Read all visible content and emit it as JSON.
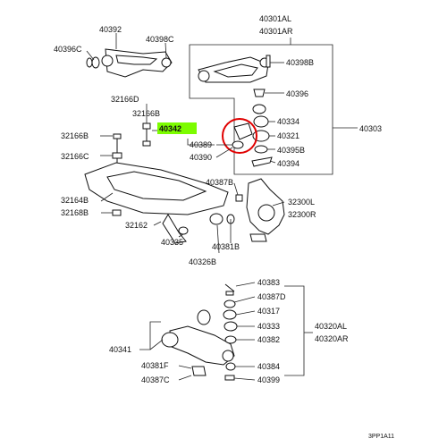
{
  "colors": {
    "highlight": "#7CFC00",
    "circle": "#e00000",
    "ink": "#111111"
  },
  "labels": {
    "l40392": "40392",
    "l40396c": "40396C",
    "l40398c": "40398C",
    "l40301al": "40301AL",
    "l40301ar": "40301AR",
    "l40398b": "40398B",
    "l40396": "40396",
    "l40334": "40334",
    "l40303": "40303",
    "l40321": "40321",
    "l40395b": "40395B",
    "l40394": "40394",
    "l32166d": "32166D",
    "l32166b_top": "32166B",
    "l40342": "40342",
    "l40389": "40389",
    "l40390": "40390",
    "l32166b_left": "32166B",
    "l32166c": "32166C",
    "l40387b": "40387B",
    "l32164b": "32164B",
    "l32168b": "32168B",
    "l32162": "32162",
    "l40335": "40335",
    "l40381b": "40381B",
    "l40326b": "40326B",
    "l32300l": "32300L",
    "l32300r": "32300R",
    "l40383": "40383",
    "l40387d": "40387D",
    "l40317": "40317",
    "l40333": "40333",
    "l40320al": "40320AL",
    "l40382": "40382",
    "l40320ar": "40320AR",
    "l40341": "40341",
    "l40381f": "40381F",
    "l40384": "40384",
    "l40387c": "40387C",
    "l40399": "40399",
    "code": "3PP1A11"
  }
}
